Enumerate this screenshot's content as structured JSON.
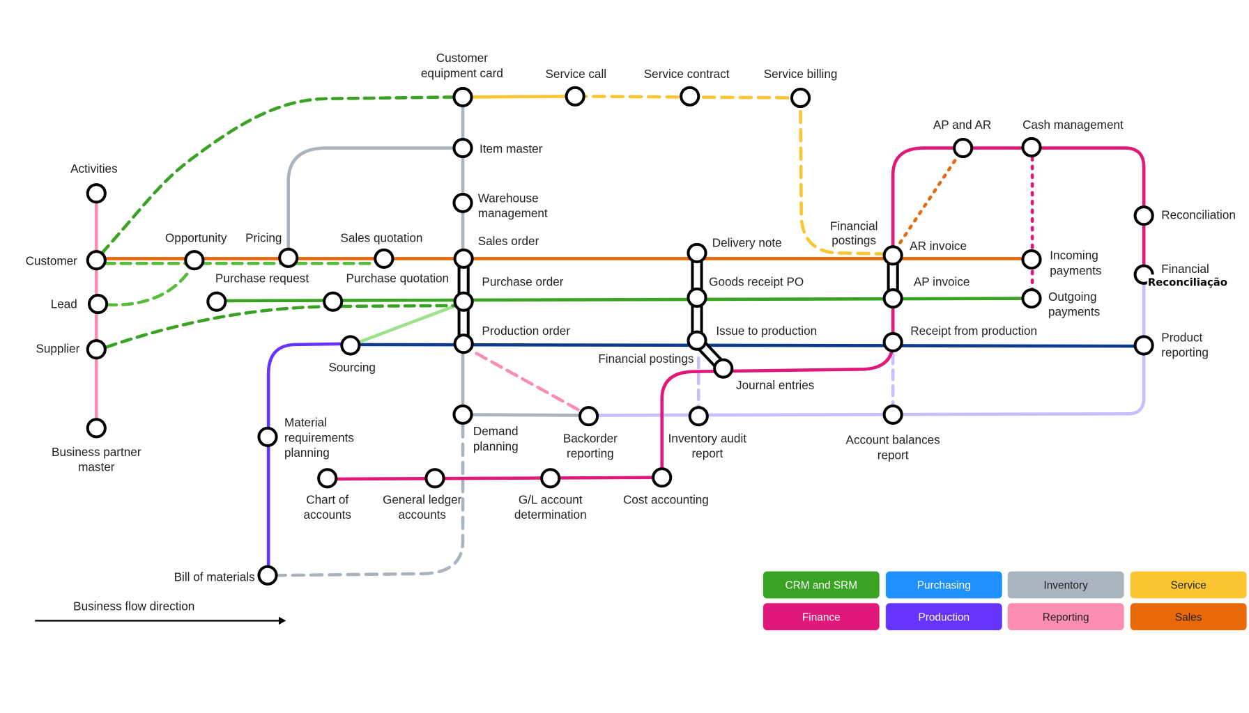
{
  "colors": {
    "sales": "#e8690a",
    "crm": "#3aa324",
    "crm_light": "#58bb3a",
    "crm_pale": "#9be28a",
    "inventory": "#a9b4be",
    "service": "#fcc632",
    "reporting": "#fb8db4",
    "finance": "#e0187a",
    "production": "#6634ff",
    "production_order": "#0d3a8c",
    "reporting_lavender": "#c9bcff"
  },
  "stations": [
    {
      "id": "activities",
      "label": [
        "Activities"
      ]
    },
    {
      "id": "customer",
      "label": [
        "Customer"
      ]
    },
    {
      "id": "lead",
      "label": [
        "Lead"
      ]
    },
    {
      "id": "supplier",
      "label": [
        "Supplier"
      ]
    },
    {
      "id": "bp_master",
      "label": [
        "Business partner",
        "master"
      ]
    },
    {
      "id": "opportunity",
      "label": [
        "Opportunity"
      ]
    },
    {
      "id": "pricing",
      "label": [
        "Pricing"
      ]
    },
    {
      "id": "sales_quotation",
      "label": [
        "Sales quotation"
      ]
    },
    {
      "id": "sales_order",
      "label": [
        "Sales order"
      ]
    },
    {
      "id": "purchase_request",
      "label": [
        "Purchase request"
      ]
    },
    {
      "id": "purchase_quotation",
      "label": [
        "Purchase quotation"
      ]
    },
    {
      "id": "purchase_order",
      "label": [
        "Purchase order"
      ]
    },
    {
      "id": "production_order",
      "label": [
        "Production order"
      ]
    },
    {
      "id": "sourcing",
      "label": [
        "Sourcing"
      ]
    },
    {
      "id": "ce_card",
      "label": [
        "Customer",
        "equipment card"
      ]
    },
    {
      "id": "service_call",
      "label": [
        "Service call"
      ]
    },
    {
      "id": "service_contract",
      "label": [
        "Service contract"
      ]
    },
    {
      "id": "service_billing",
      "label": [
        "Service billing"
      ]
    },
    {
      "id": "item_master",
      "label": [
        "Item master"
      ]
    },
    {
      "id": "warehouse",
      "label": [
        "Warehouse",
        "management"
      ]
    },
    {
      "id": "demand_planning",
      "label": [
        "Demand",
        "planning"
      ]
    },
    {
      "id": "backorder",
      "label": [
        "Backorder",
        "reporting"
      ]
    },
    {
      "id": "inventory_audit",
      "label": [
        "Inventory audit",
        "report"
      ]
    },
    {
      "id": "account_balances",
      "label": [
        "Account balances",
        "report"
      ]
    },
    {
      "id": "mrp",
      "label": [
        "Material",
        "requirements",
        "planning"
      ]
    },
    {
      "id": "bom",
      "label": [
        "Bill of materials"
      ]
    },
    {
      "id": "chart_accounts",
      "label": [
        "Chart of",
        "accounts"
      ]
    },
    {
      "id": "gl_accounts",
      "label": [
        "General ledger",
        "accounts"
      ]
    },
    {
      "id": "gl_determination",
      "label": [
        "G/L account",
        "determination"
      ]
    },
    {
      "id": "cost_accounting",
      "label": [
        "Cost accounting"
      ]
    },
    {
      "id": "delivery_note",
      "label": [
        "Delivery note"
      ]
    },
    {
      "id": "goods_receipt",
      "label": [
        "Goods receipt PO"
      ]
    },
    {
      "id": "issue_production",
      "label": [
        "Issue to production"
      ]
    },
    {
      "id": "journal_entries",
      "label": [
        "Journal entries"
      ]
    },
    {
      "id": "ar_invoice",
      "label": [
        "AR invoice"
      ]
    },
    {
      "id": "ap_invoice",
      "label": [
        "AP invoice"
      ]
    },
    {
      "id": "receipt_production",
      "label": [
        "Receipt from production"
      ]
    },
    {
      "id": "ap_ar",
      "label": [
        "AP and AR"
      ]
    },
    {
      "id": "cash_management",
      "label": [
        "Cash management"
      ]
    },
    {
      "id": "incoming_payments",
      "label": [
        "Incoming",
        "payments"
      ]
    },
    {
      "id": "outgoing_payments",
      "label": [
        "Outgoing",
        "payments"
      ]
    },
    {
      "id": "reconciliation",
      "label": [
        "Reconciliation"
      ]
    },
    {
      "id": "financial_reconciliation",
      "label": [
        "Financial"
      ]
    },
    {
      "id": "product_reporting",
      "label": [
        "Product",
        "reporting"
      ]
    }
  ],
  "extra_labels": {
    "financial_postings_service": [
      "Financial",
      "postings"
    ],
    "financial_postings_production": "Financial postings"
  },
  "overlay_text": "Reconciliação",
  "flow": {
    "label": "Business flow direction"
  },
  "legend": [
    {
      "label": "CRM and SRM",
      "color": "#3aa324",
      "text_color": "#ffffff"
    },
    {
      "label": "Purchasing",
      "color": "#1e90ff",
      "text_color": "#ffffff"
    },
    {
      "label": "Inventory",
      "color": "#a9b4be",
      "text_color": "#222222"
    },
    {
      "label": "Service",
      "color": "#fcc632",
      "text_color": "#222222"
    },
    {
      "label": "Finance",
      "color": "#e0187a",
      "text_color": "#ffffff"
    },
    {
      "label": "Production",
      "color": "#6634ff",
      "text_color": "#ffffff"
    },
    {
      "label": "Reporting",
      "color": "#fb8db4",
      "text_color": "#222222"
    },
    {
      "label": "Sales",
      "color": "#e8690a",
      "text_color": "#222222"
    }
  ]
}
